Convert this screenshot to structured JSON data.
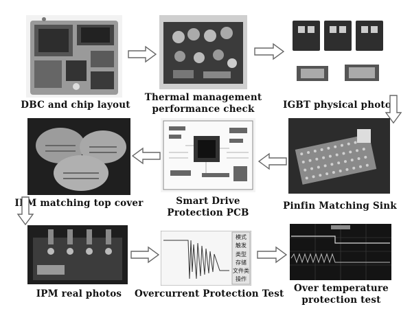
{
  "flow": {
    "steps": [
      {
        "id": "dbc",
        "caption": "DBC and chip layout"
      },
      {
        "id": "thermal",
        "caption_line1": "Thermal management",
        "caption_line2": "performance check"
      },
      {
        "id": "igbt",
        "caption": "IGBT physical photos"
      },
      {
        "id": "pinfin",
        "caption": "Pinfin Matching Sink"
      },
      {
        "id": "pcb",
        "caption_line1": "Smart Drive",
        "caption_line2": "Protection PCB"
      },
      {
        "id": "cover",
        "caption": "IPM matching top cover"
      },
      {
        "id": "ipm",
        "caption": "IPM real photos"
      },
      {
        "id": "overcurrent",
        "caption": "Overcurrent Protection Test"
      },
      {
        "id": "overtemp",
        "caption_line1": "Over temperature",
        "caption_line2": "protection test"
      }
    ]
  },
  "screen_text": {
    "overcurrent_panel": [
      "模式",
      "触发",
      "类型",
      "存储",
      "文件类",
      "操作"
    ]
  },
  "arrows": {
    "stroke": "#666666",
    "fill": "#ffffff"
  }
}
